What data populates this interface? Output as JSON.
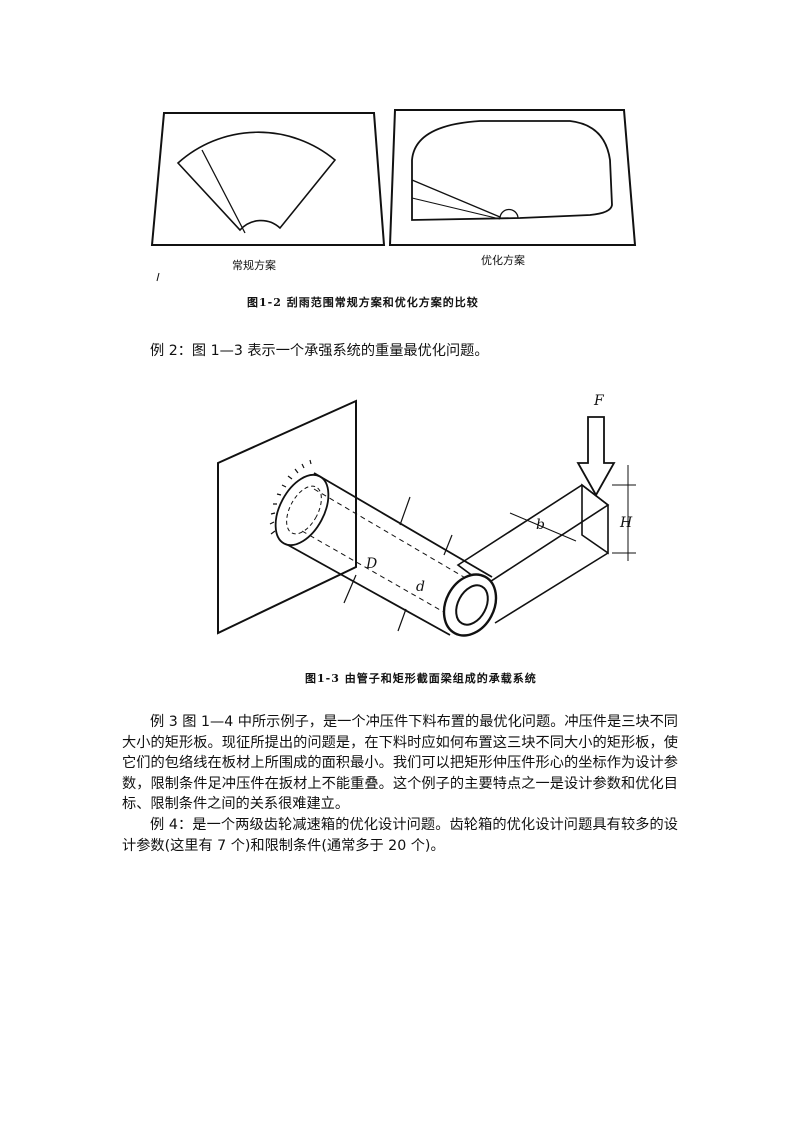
{
  "figure_1_2": {
    "left_label": "常规方案",
    "right_label": "优化方案",
    "caption": "图1-2   刮雨范围常规方案和优化方案的比较"
  },
  "example_2": "例 2：图 1—3 表示一个承强系统的重量最优化问题。",
  "figure_1_3": {
    "label_F": "F",
    "label_H": "H",
    "label_D": "D",
    "label_d": "d",
    "label_b": "b",
    "caption": "图1-3   由管子和矩形截面梁组成的承载系统"
  },
  "example_3": "例 3 图 1—4 中所示例子，是一个冲压件下料布置的最优化问题。冲压件是三块不同大小的矩形板。现征所提出的问题是，在下料时应如何布置这三块不同大小的矩形板，使它们的包络线在板材上所围成的面积最小。我们可以把矩形仲压件形心的坐标作为设计参数，限制条件足冲压件在扳材上不能重叠。这个例子的主要特点之一是设计参数和优化目标、限制条件之间的关系很难建立。",
  "example_4": "例 4：是一个两级齿轮减速箱的优化设计问题。齿轮箱的优化设计问题具有较多的设计参数(这里有 7 个)和限制条件(通常多于 20 个)。"
}
